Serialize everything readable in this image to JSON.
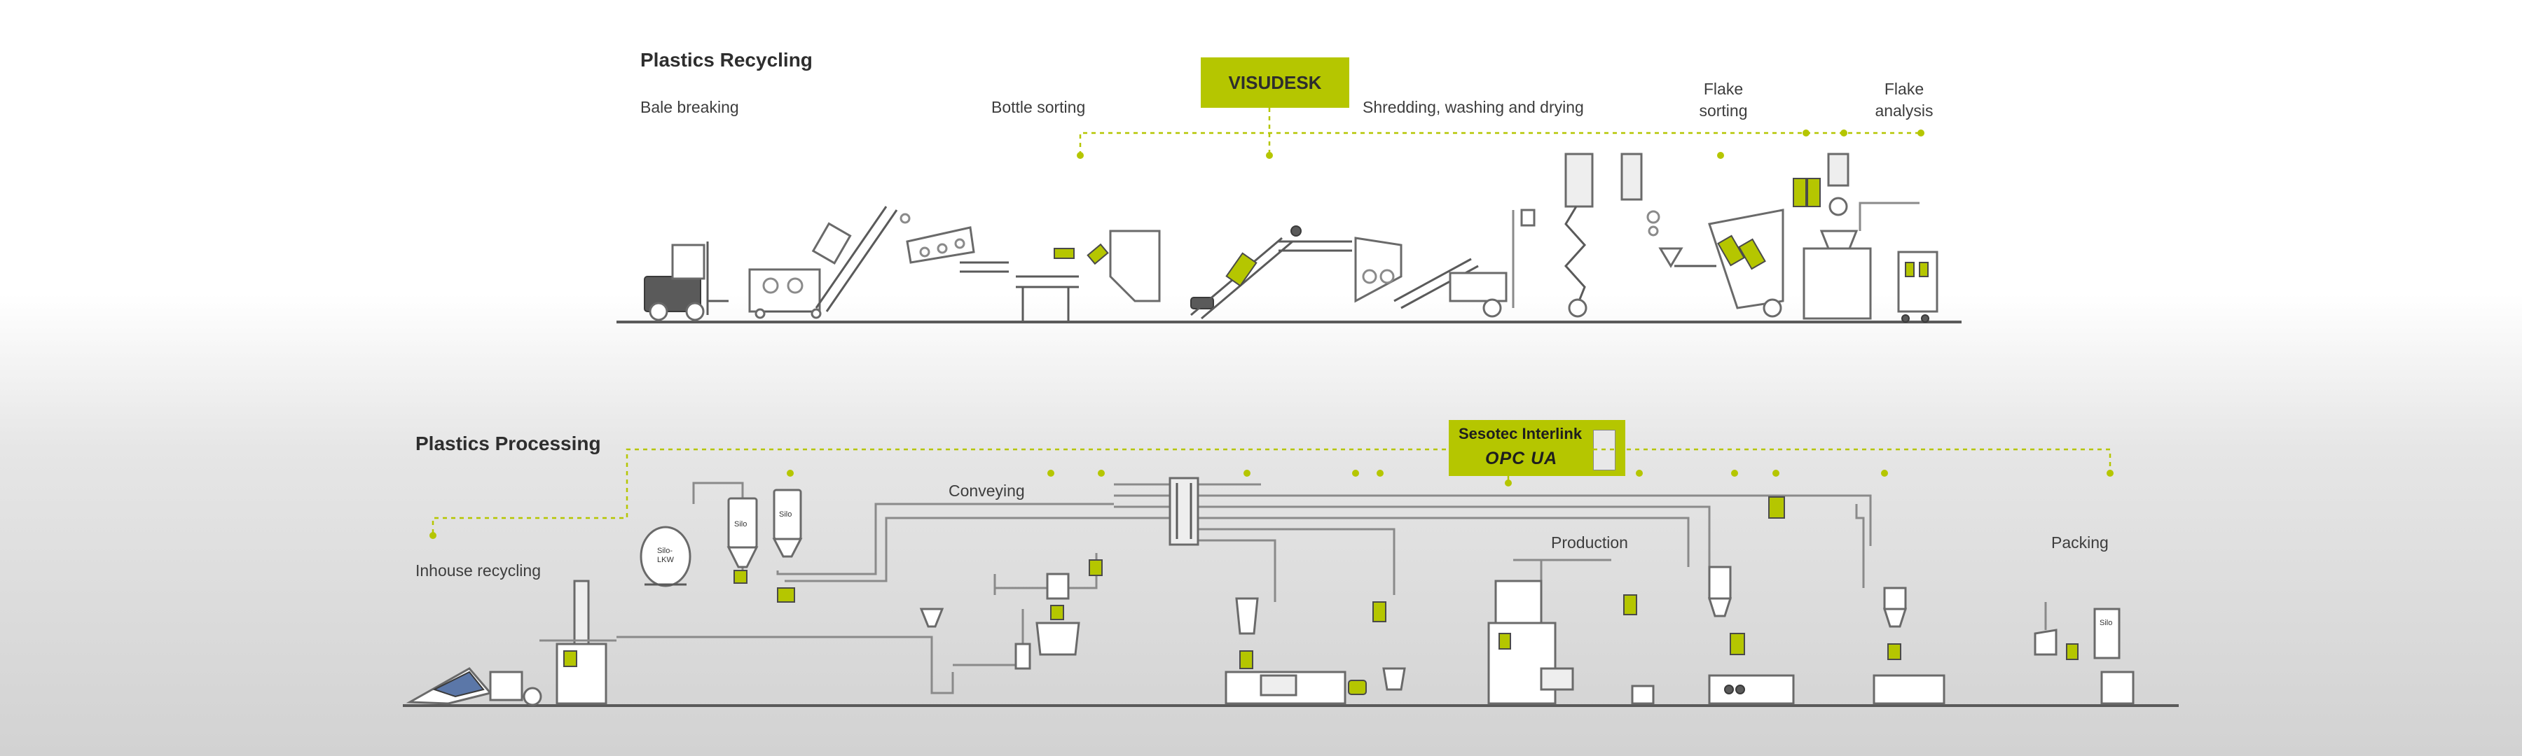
{
  "recycling": {
    "title": "Plastics Recycling",
    "steps": {
      "bale": "Bale breaking",
      "bottle": "Bottle sorting",
      "shredding": "Shredding, washing and drying",
      "flake_sorting_line1": "Flake",
      "flake_sorting_line2": "sorting",
      "flake_analysis_line1": "Flake",
      "flake_analysis_line2": "analysis"
    },
    "visudesk": "VISUDESK"
  },
  "processing": {
    "title": "Plastics Processing",
    "steps": {
      "inhouse": "Inhouse recycling",
      "conveying": "Conveying",
      "production": "Production",
      "packing": "Packing"
    },
    "interlink": {
      "label": "Sesotec Interlink",
      "opc": "OPC UA"
    },
    "silo_labels": {
      "silo_a": "Silo",
      "silo_b": "Silo",
      "silo_c": "Silo",
      "silo_lkw_1": "Silo-",
      "silo_lkw_2": "LKW"
    }
  },
  "colors": {
    "accent": "#b5c600",
    "line": "#8a8a8a",
    "dark": "#4a4a4a"
  }
}
